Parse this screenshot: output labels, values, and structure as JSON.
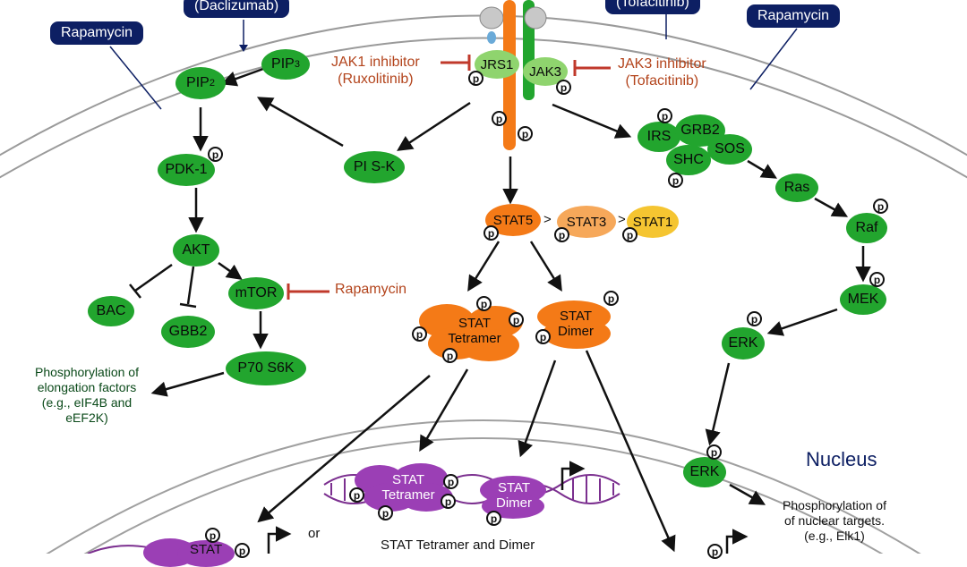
{
  "drugs": {
    "daclizumab": "(Daclizumab)",
    "rapamycin_left": "Rapamycin",
    "rapamycin_right": "Rapamycin",
    "tofacitinib_top": "(Tofacitinib)"
  },
  "inhibitors": {
    "jak1_line1": "JAK1 inhibitor",
    "jak1_line2": "(Ruxolitinib)",
    "jak3_line1": "JAK3 inhibitor",
    "jak3_line2": "(Tofacitinib)",
    "rapamycin_mtor": "Rapamycin"
  },
  "receptor": {
    "jrs1": "JRS1",
    "jak3": "JAK3"
  },
  "left_path": {
    "pip3_base": "PIP",
    "pip3_sub": "3",
    "pip2_base": "PIP",
    "pip2_sub": "2",
    "pi3k": "PI S-K",
    "pdk1": "PDK-1",
    "akt": "AKT",
    "bac": "BAC",
    "gbb2": "GBB2",
    "mtor": "mTOR",
    "p70": "P70 S6K",
    "phos_line1": "Phosphorylation of",
    "phos_line2": "elongation factors",
    "phos_line3": "(e.g., eIF4B and",
    "phos_line4": "eEF2K)"
  },
  "stat": {
    "stat5": "STAT5",
    "gt1": ">",
    "stat3": "STAT3",
    "gt2": ">",
    "stat1": "STAT1",
    "tetramer_l1": "STAT",
    "tetramer_l2": "Tetramer",
    "dimer_l1": "STAT",
    "dimer_l2": "Dimer"
  },
  "right_path": {
    "irs": "IRS",
    "grb2": "GRB2",
    "sos": "SOS",
    "shc": "SHC",
    "ras": "Ras",
    "raf": "Raf",
    "mek": "MEK",
    "erk": "ERK",
    "erk_nuc": "ERK",
    "phos_line1": "Phosphorylation of",
    "phos_line2": "of nuclear targets.",
    "phos_line3": "(e.g., Elk1)"
  },
  "nucleus": {
    "label": "Nucleus",
    "dna_tetramer_l1": "STAT",
    "dna_tetramer_l2": "Tetramer",
    "dna_dimer_l1": "STAT",
    "dna_dimer_l2": "Dimer",
    "caption": "STAT Tetramer and Dimer",
    "or": "or",
    "stat_partial": "STAT"
  },
  "phospho_label": "p",
  "colors": {
    "green": "#22a52e",
    "light_green": "#8fd46e",
    "orange": "#f47a17",
    "light_orange": "#f6a85a",
    "yellow": "#f5c531",
    "purple": "#9b3fb5",
    "drug_box": "#0d1f63",
    "inhibitor_text": "#b3441c",
    "inhibitor_bar": "#c0392b"
  }
}
